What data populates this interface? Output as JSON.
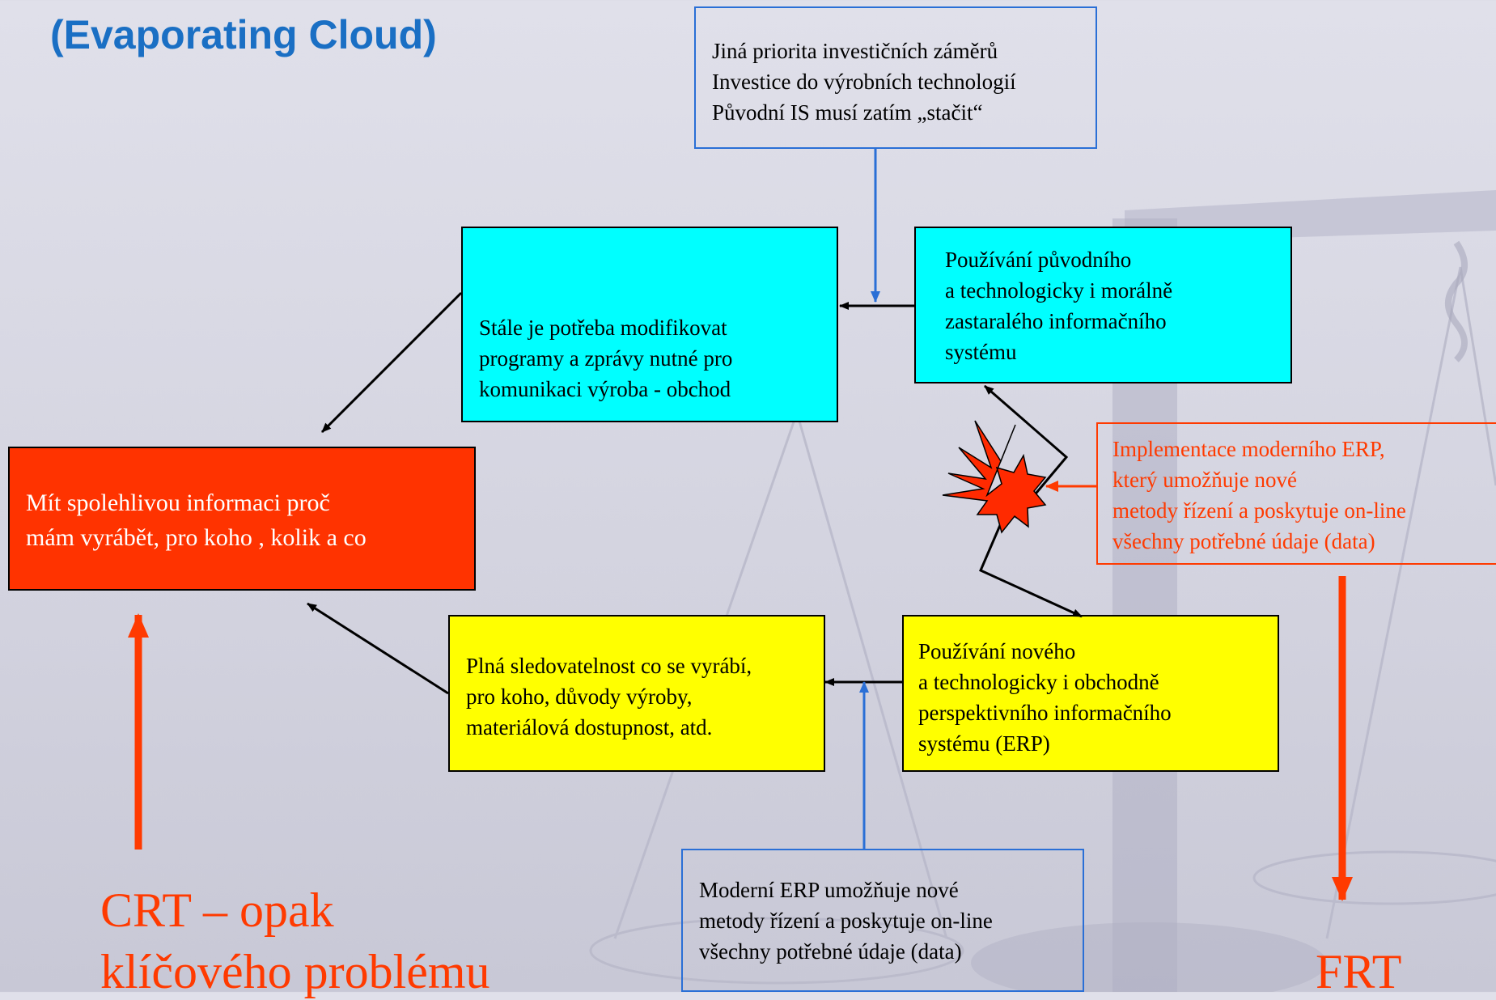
{
  "title": "(Evaporating Cloud)",
  "boxes": {
    "goal": {
      "lines": [
        "Mít spolehlivou informaci proč",
        "mám vyrábět, pro koho , kolik a co"
      ]
    },
    "req_top": {
      "lines": [
        "Stále je potřeba modifikovat",
        "programy a zprávy nutné pro",
        "komunikaci výroba - obchod"
      ]
    },
    "req_bottom": {
      "lines": [
        "Plná sledovatelnost co se vyrábí,",
        "pro koho, důvody výroby,",
        " materiálová dostupnost, atd."
      ]
    },
    "prereq_top": {
      "lines": [
        "Používání původního",
        "a technologicky i morálně",
        "zastaralého informačního",
        "systému"
      ]
    },
    "prereq_bottom": {
      "lines": [
        "Používání nového",
        "a technologicky i obchodně",
        "perspektivního informačního",
        "systému (ERP)"
      ]
    }
  },
  "notes": {
    "top": {
      "lines": [
        "Jiná priorita investičních záměrů",
        "Investice do výrobních technologií",
        "Původní IS musí zatím „stačit“"
      ]
    },
    "bottom": {
      "lines": [
        "Moderní  ERP umožňuje nové",
        "metody řízení a poskytuje on-line",
        "všechny potřebné údaje (data)"
      ]
    },
    "injection": {
      "lines": [
        "Implementace moderního  ERP,",
        "který umožňuje nové",
        "metody řízení a poskytuje on-line",
        "všechny potřebné údaje (data)"
      ]
    }
  },
  "labels": {
    "crt": [
      "CRT – opak",
      "klíčového problému"
    ],
    "frt": "FRT"
  },
  "colors": {
    "goal_fill": "#ff3300",
    "req_top_fill": "#00ffff",
    "prereq_top_fill": "#00ffff",
    "req_bottom_fill": "#ffff00",
    "prereq_bottom_fill": "#ffff00",
    "accent_red": "#ff3a00",
    "title_blue": "#1a6fc4",
    "note_border_blue": "#2a6fd6"
  },
  "icons": {
    "conflict": "explosion-burst-icon",
    "background": "balance-scale-icon"
  }
}
